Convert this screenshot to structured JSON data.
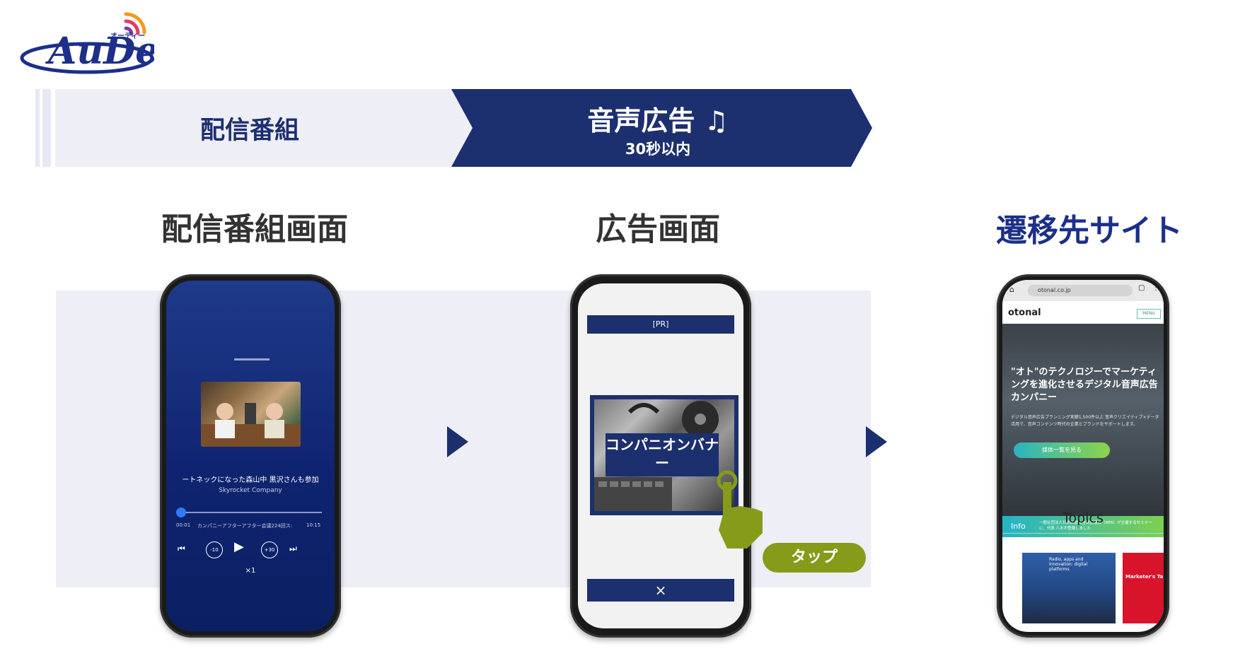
{
  "logo": {
    "text": "AuDee",
    "subtext": "オーディー"
  },
  "flow": {
    "step1": "配信番組",
    "step2": "音声広告 ♫",
    "step2_sub": "30秒以内"
  },
  "sections": {
    "program_screen": "配信番組画面",
    "ad_screen": "広告画面",
    "destination_site": "遷移先サイト"
  },
  "phone1": {
    "episode_title": "ートネックになった森山中 黒沢さんも参加",
    "publisher": "Skyrocket Company",
    "time_elapsed": "00:01",
    "progress_text": "カンパニーアフターアフター会議224回ス:",
    "time_total": "10:15",
    "rewind": "-10",
    "forward": "+30",
    "speed": "×1"
  },
  "phone2": {
    "pr_label": "[PR]",
    "banner_label": "コンパニオンバナー",
    "close_label": "×",
    "tap_label": "タップ"
  },
  "phone3": {
    "url": "otonal.co.jp",
    "site_logo": "otonal",
    "menu_label": "MENU",
    "hero_title": "\"オト\"のテクノロジーでマーケティングを進化させるデジタル音声広告カンパニー",
    "hero_sub": "デジタル音声広告プランニング実績1,500件以上 音声クリエイティブ×データ活用で、音声コンテンツ時代の企業とブランドをサポートします。",
    "cta_label": "媒体一覧を見る",
    "info_label": "Info",
    "info_text": "一般社団法人日本新聞広告財団協会（MFA）が主催するセミナーに、代表 八木が登壇しました",
    "topics_label": "Topics",
    "card1_text": "Radio, apps and innovation: digital platforms",
    "card2_text": "Marketer's Ta"
  },
  "colors": {
    "navy": "#1c2f6e",
    "band": "#eeeef7",
    "tap_green": "#869b1a",
    "accent_blue": "#1c2f8a"
  }
}
